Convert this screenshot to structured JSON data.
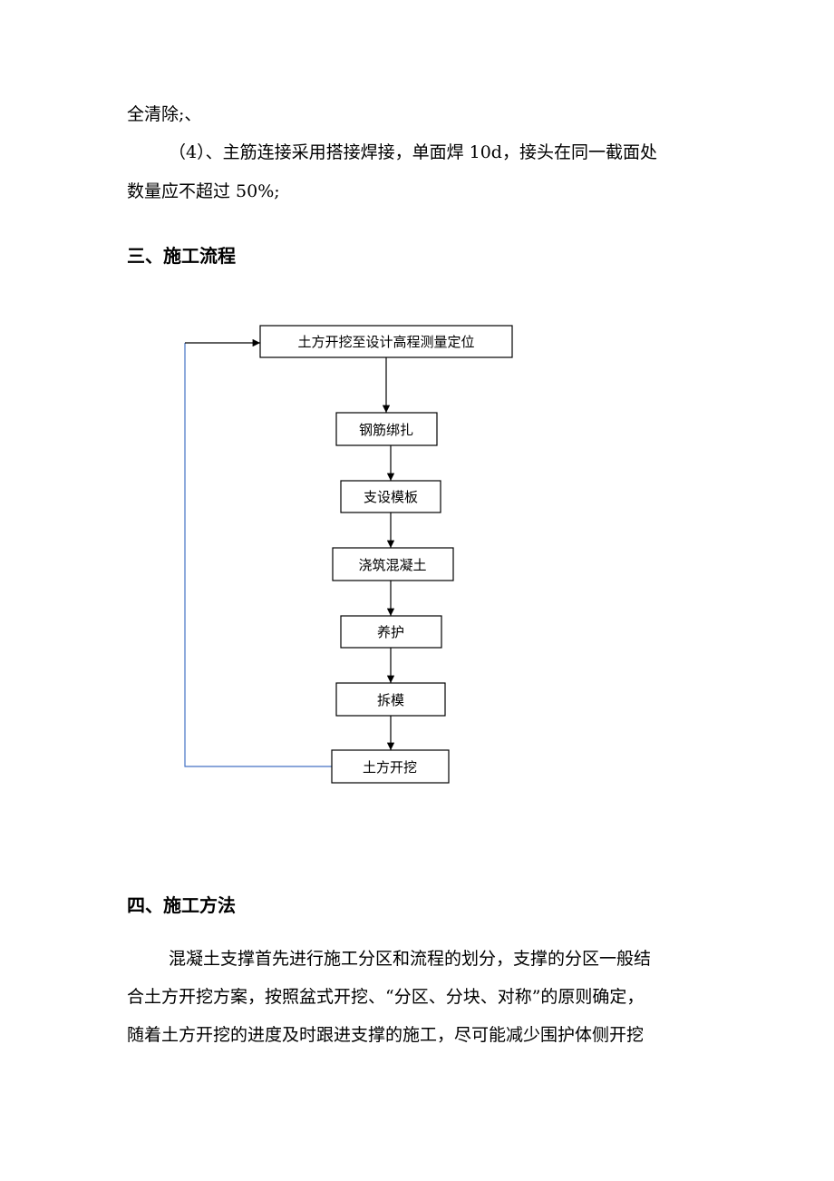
{
  "page": {
    "lines": [
      "全清除;、",
      "（4）、主筋连接采用搭接焊接，单面焊 10d，接头在同一截面处",
      "数量应不超过 50%;"
    ],
    "section3_title": "三、施工流程",
    "section4_title": "四、施工方法",
    "section4_lines": [
      "混凝土支撑首先进行施工分区和流程的划分，支撑的分区一般结",
      "合土方开挖方案，按照盆式开挖、“分区、分块、对称”的原则确定，",
      "随着土方开挖的进度及时跟进支撑的施工，尽可能减少围护体侧开挖"
    ]
  },
  "flowchart": {
    "steps": [
      "土方开挖至设计高程测量定位",
      "钢筋绑扎",
      "支设模板",
      "浇筑混凝土",
      "养护",
      "拆模",
      "土方开挖"
    ],
    "arrow_color": "#000000",
    "loop_line_color": "#4472c4"
  }
}
